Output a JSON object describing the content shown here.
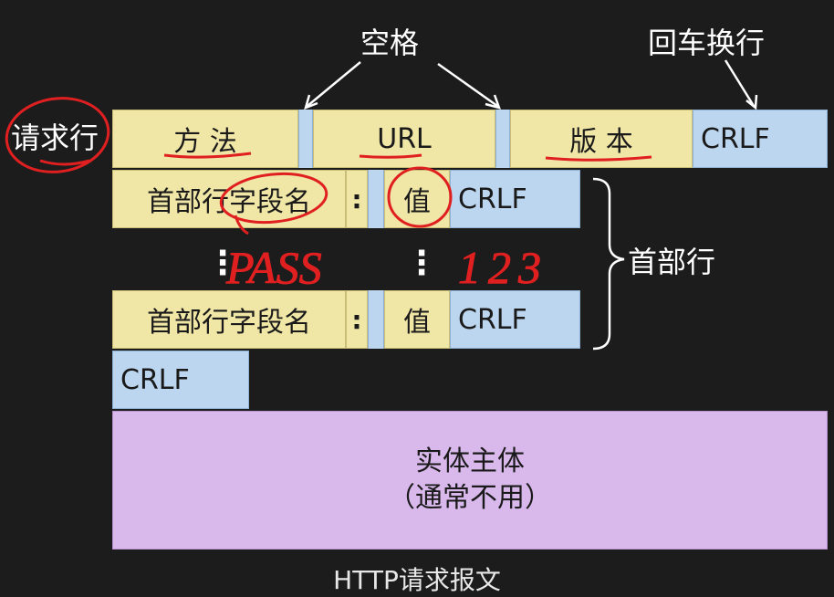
{
  "labels": {
    "space": "空格",
    "crlf_label": "回车换行",
    "request_line": "请求行",
    "header_lines": "首部行"
  },
  "request_line": {
    "method": "方  法",
    "url": "URL",
    "version": "版  本",
    "crlf": "CRLF"
  },
  "header_rows": [
    {
      "field": "首部行字段名",
      "colon": ":",
      "value": "值",
      "crlf": "CRLF"
    },
    {
      "field": "首部行字段名",
      "colon": ":",
      "value": "值",
      "crlf": "CRLF"
    }
  ],
  "ellipsis": {
    "left": "⋮",
    "right": "⋮"
  },
  "handwriting": {
    "field_example": "PASS",
    "value_example": "123"
  },
  "blank_line": {
    "crlf": "CRLF"
  },
  "entity_body": {
    "line1": "实体主体",
    "line2": "（通常不用）"
  },
  "caption": "HTTP请求报文",
  "colors": {
    "yellow": "#f0e6a6",
    "blue": "#bcd6ef",
    "purple": "#d9b8ec",
    "annotation_red": "#e02020",
    "background": "#1c1c1c"
  }
}
